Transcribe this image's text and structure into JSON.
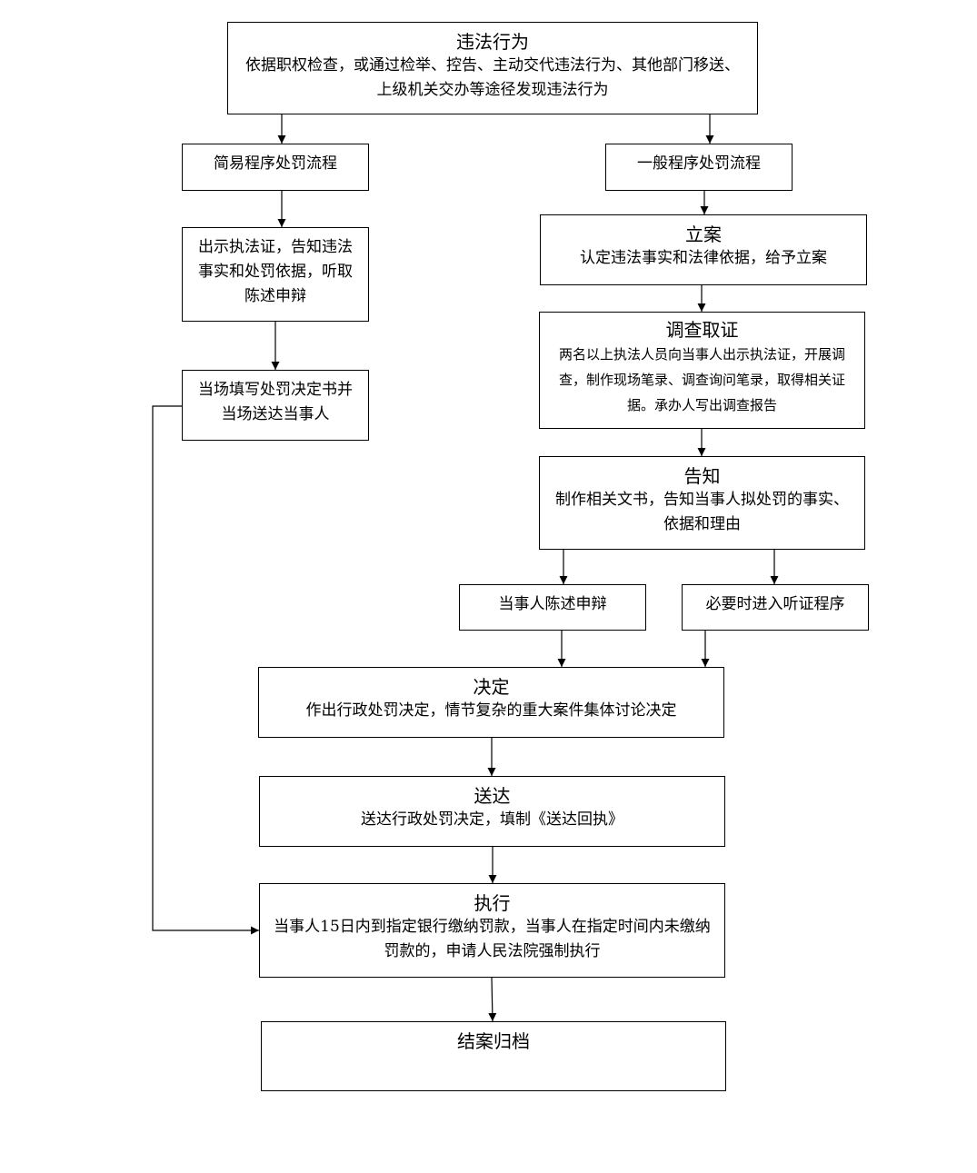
{
  "nodes": {
    "violation": {
      "title": "违法行为",
      "desc": "依据职权检查，或通过检举、控告、主动交代违法行为、其他部门移送、上级机关交办等途径发现违法行为"
    },
    "simple_procedure": {
      "label": "简易程序处罚流程"
    },
    "general_procedure": {
      "label": "一般程序处罚流程"
    },
    "show_certificate": {
      "label": "出示执法证，告知违法事实和处罚依据，听取陈述申辩"
    },
    "fill_decision": {
      "label": "当场填写处罚决定书并当场送达当事人"
    },
    "filing": {
      "title": "立案",
      "desc": "认定违法事实和法律依据，给予立案"
    },
    "investigation": {
      "title": "调查取证",
      "desc": "两名以上执法人员向当事人出示执法证，开展调查，制作现场笔录、调查询问笔录，取得相关证据。承办人写出调查报告"
    },
    "notification": {
      "title": "告知",
      "desc": "制作相关文书，告知当事人拟处罚的事实、依据和理由"
    },
    "statement_defense": {
      "label": "当事人陈述申辩"
    },
    "hearing": {
      "label": "必要时进入听证程序"
    },
    "decision": {
      "title": "决定",
      "desc": "作出行政处罚决定，情节复杂的重大案件集体讨论决定"
    },
    "delivery": {
      "title": "送达",
      "desc": "送达行政处罚决定，填制《送达回执》"
    },
    "execution": {
      "title": "执行",
      "desc": "当事人15日内到指定银行缴纳罚款，当事人在指定时间内未缴纳罚款的，申请人民法院强制执行"
    },
    "archive": {
      "title": "结案归档"
    }
  },
  "colors": {
    "line": "#000000",
    "fill": "#ffffff"
  }
}
